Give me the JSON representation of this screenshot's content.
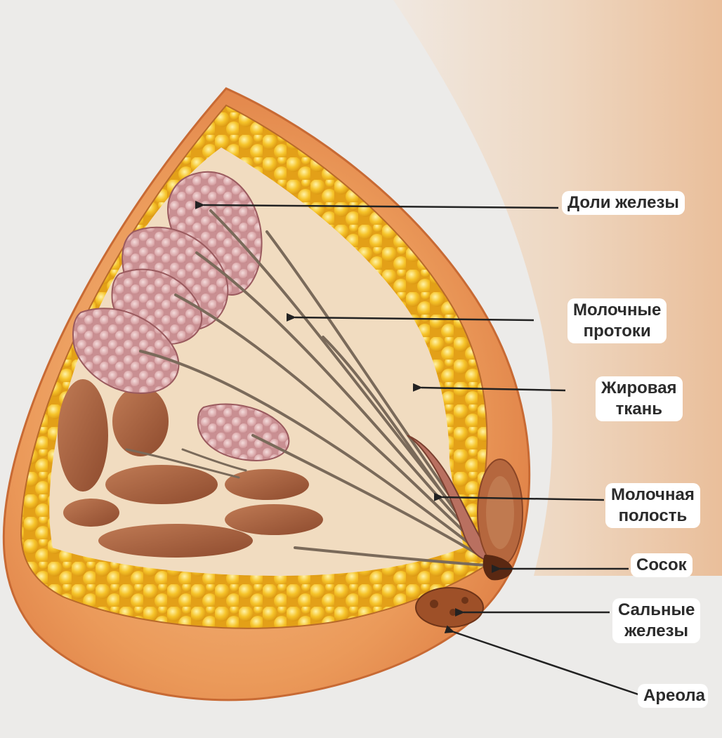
{
  "labels": {
    "lobes": "Доли железы",
    "ducts_1": "Молочные",
    "ducts_2": "протоки",
    "fat_1": "Жировая",
    "fat_2": "ткань",
    "sinus_1": "Молочная",
    "sinus_2": "полость",
    "nipple": "Сосок",
    "sebaceous_1": "Сальные",
    "sebaceous_2": "железы",
    "areola": "Ареола"
  },
  "colors": {
    "background": "#ecebe9",
    "skin": "#e89a5a",
    "fat": "#f2b826",
    "lobe": "#d49a9c",
    "muscle": "#a4603c",
    "duct": "#7a6a5a",
    "arrow": "#222222"
  }
}
